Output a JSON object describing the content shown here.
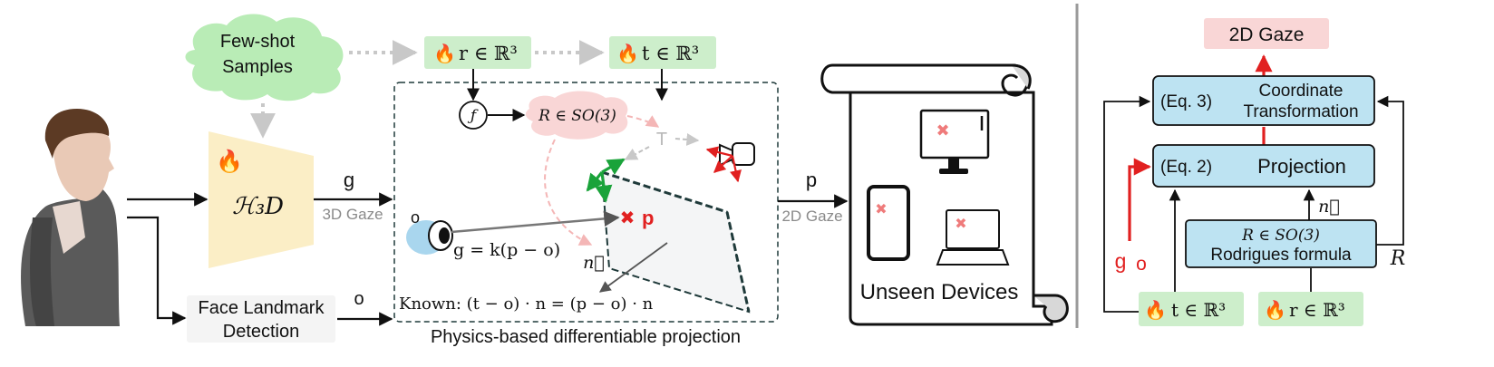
{
  "colors": {
    "green_box": "#cdeecb",
    "pink_box": "#f9d6d6",
    "blue_box": "#bde3f2",
    "cloud": "#b9ecb6",
    "encoder": "#fbeec6",
    "red": "#e12020",
    "dash": "#1f3a3a",
    "gray_text": "#8a8a8a",
    "divider": "#9a9a9a"
  },
  "left": {
    "few_shot": [
      "Few-shot",
      "Samples"
    ],
    "encoder": "ℋ₃D",
    "g": "g",
    "gaze3d": "3D Gaze",
    "landmark": [
      "Face Landmark",
      "Detection"
    ],
    "o": "o",
    "p": "p",
    "gaze2d": "2D Gaze",
    "r_box": "r ∈ ℝ³",
    "t_box": "t ∈ ℝ³"
  },
  "projection": {
    "R": "R ∈ SO(3)",
    "T": "T",
    "o": "o",
    "p": "p",
    "g_eq": "g = k(p − o)",
    "n": "n⃗",
    "known": "Known: (t − o) ·  n = (p − o) · n",
    "caption": "Physics-based differentiable projection"
  },
  "devices": {
    "title": "Unseen Devices"
  },
  "right": {
    "gaze2d": "2D Gaze",
    "coord": [
      "Coordinate",
      "Transformation"
    ],
    "eq3": "(Eq. 3)",
    "eq2": "(Eq. 2)",
    "projection": "Projection",
    "n": "n⃗",
    "R_line": "R ∈ SO(3)",
    "rodrigues": "Rodrigues formula",
    "R": "R",
    "g": "g",
    "o": "o",
    "t_box": "t ∈ ℝ³",
    "r_box": "r ∈ ℝ³"
  }
}
